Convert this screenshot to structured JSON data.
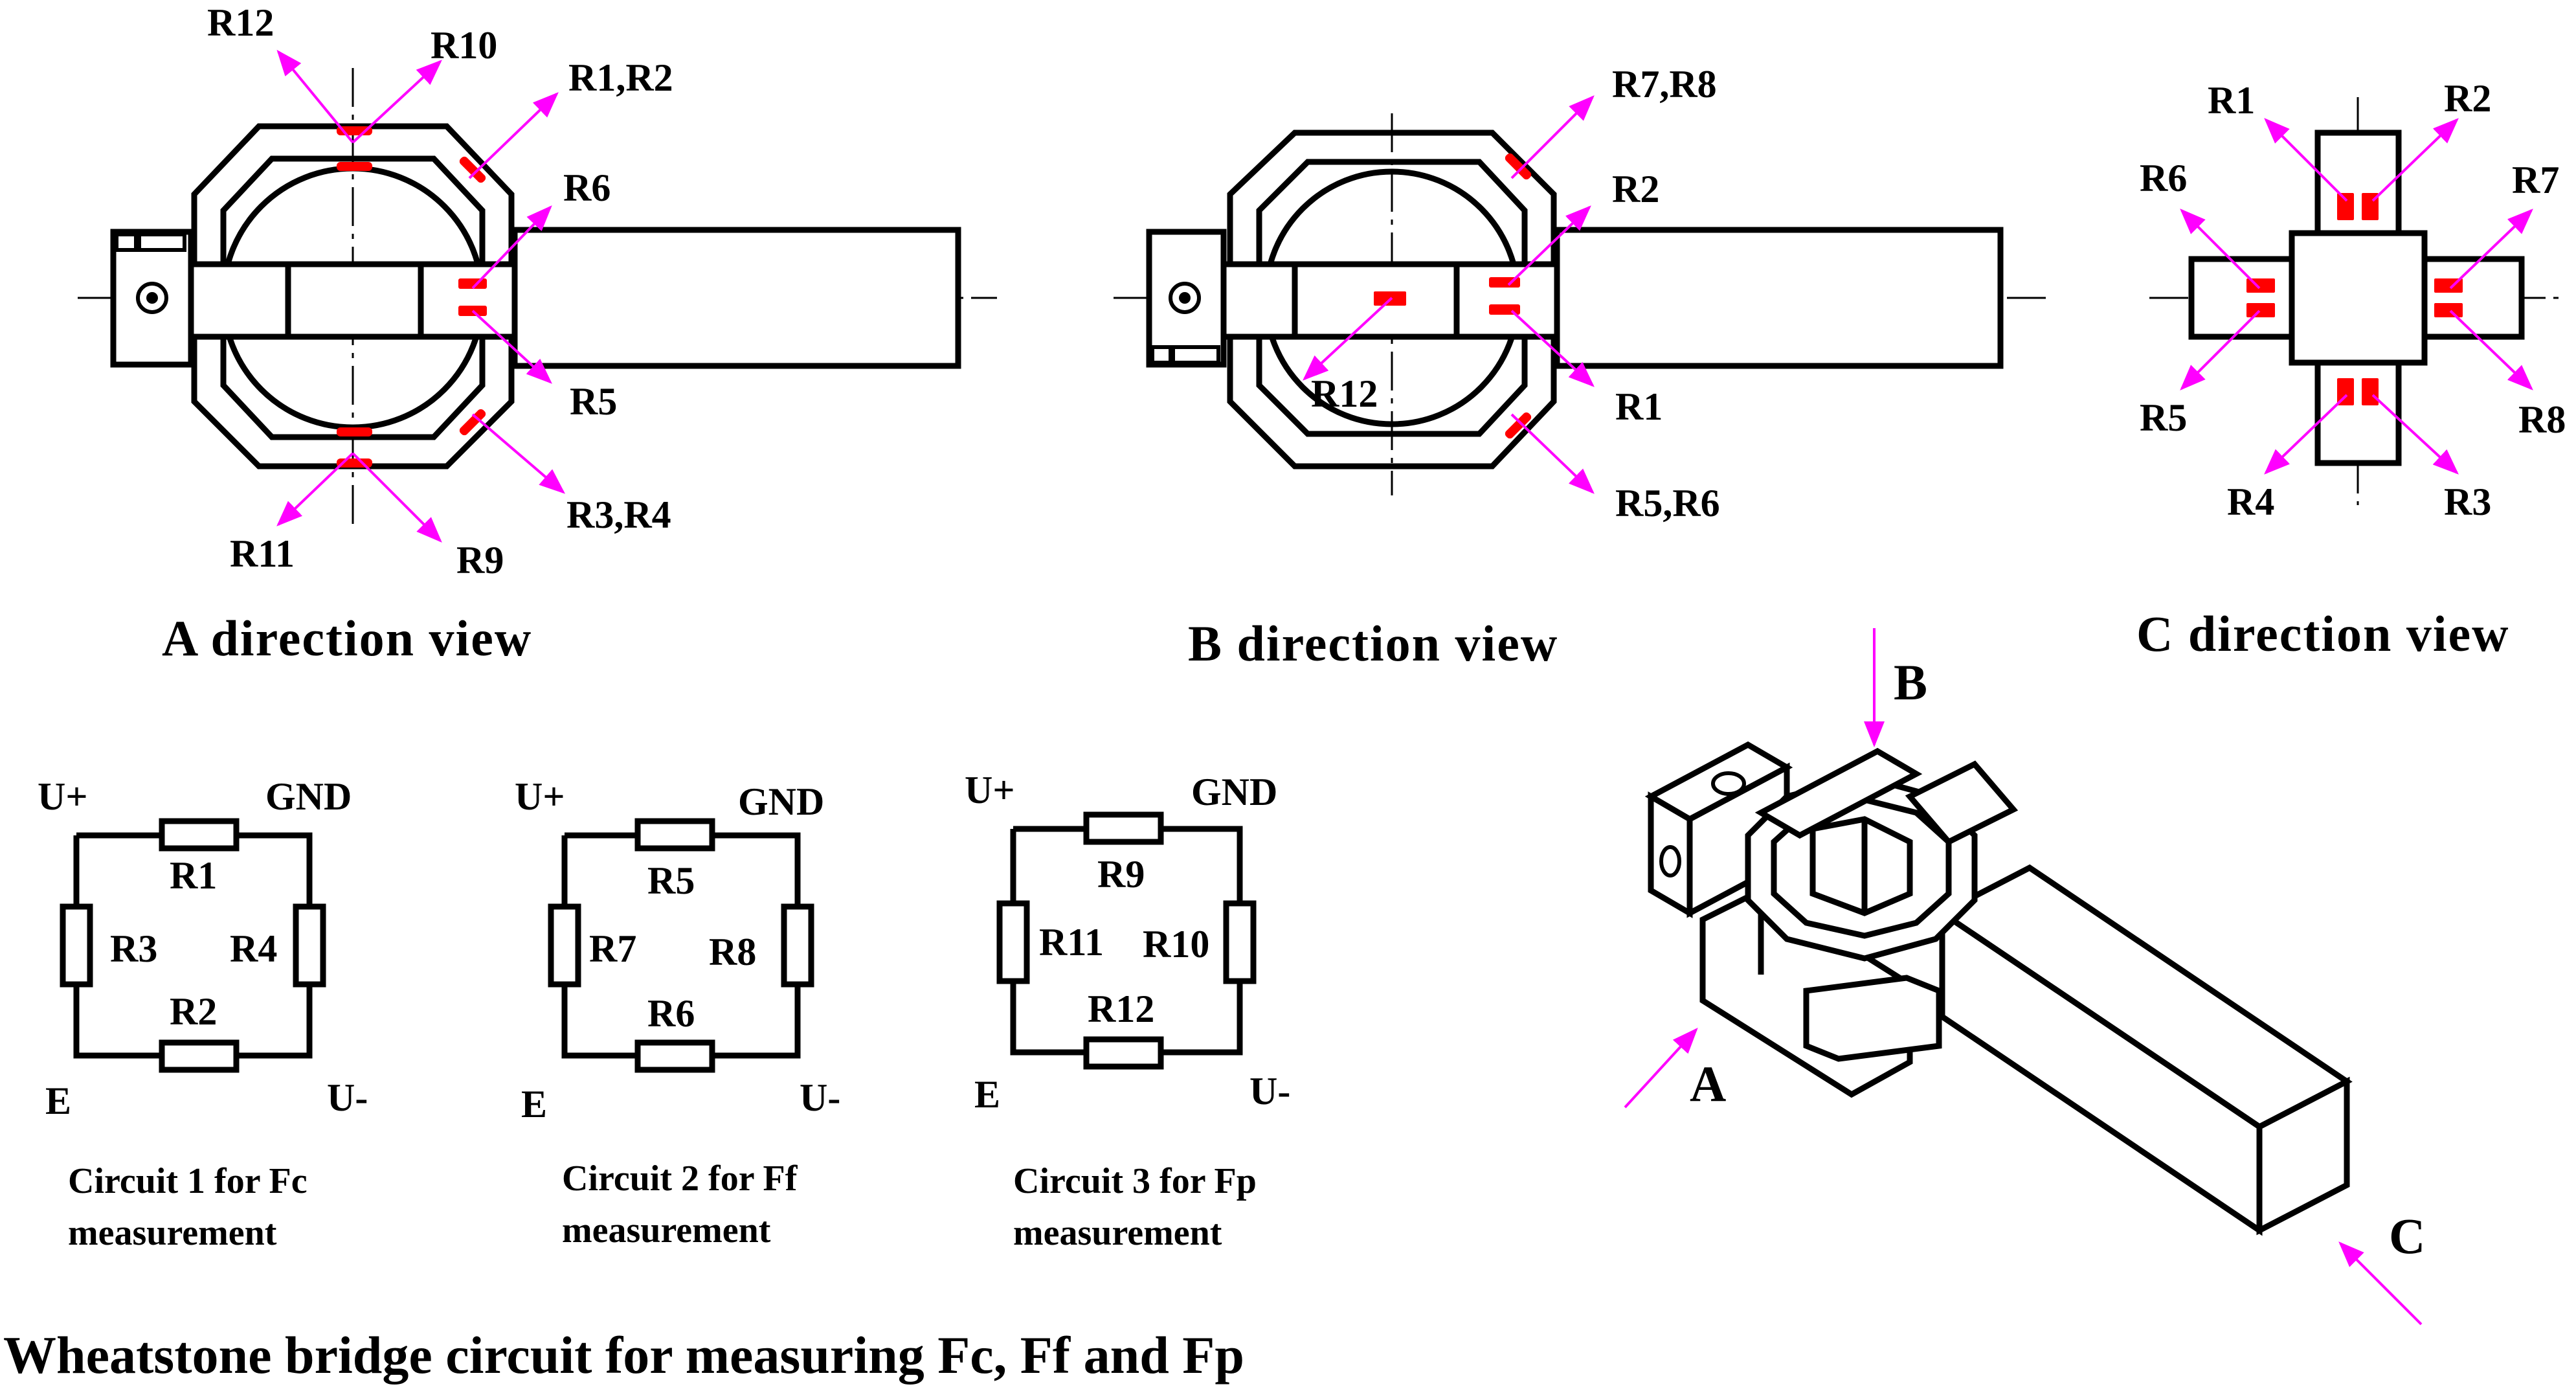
{
  "views": {
    "a": {
      "title": "A direction view",
      "labels": {
        "r12": "R12",
        "r10": "R10",
        "r1r2": "R1,R2",
        "r6": "R6",
        "r5": "R5",
        "r3r4": "R3,R4",
        "r11": "R11",
        "r9": "R9"
      }
    },
    "b": {
      "title": "B direction view",
      "labels": {
        "r7r8": "R7,R8",
        "r2": "R2",
        "r12": "R12",
        "r1": "R1",
        "r5r6": "R5,R6"
      }
    },
    "c": {
      "title": "C direction view",
      "labels": {
        "r1": "R1",
        "r2": "R2",
        "r6": "R6",
        "r7": "R7",
        "r5": "R5",
        "r8": "R8",
        "r4": "R4",
        "r3": "R3"
      }
    }
  },
  "circuits": {
    "c1": {
      "u_plus": "U+",
      "gnd": "GND",
      "e": "E",
      "u_minus": "U-",
      "top": "R1",
      "left": "R3",
      "right": "R4",
      "bottom": "R2",
      "caption_line1": "Circuit 1 for Fc",
      "caption_line2": "measurement"
    },
    "c2": {
      "u_plus": "U+",
      "gnd": "GND",
      "e": "E",
      "u_minus": "U-",
      "top": "R5",
      "left": "R7",
      "right": "R8",
      "bottom": "R6",
      "caption_line1": "Circuit 2 for Ff",
      "caption_line2": "measurement"
    },
    "c3": {
      "u_plus": "U+",
      "gnd": "GND",
      "e": "E",
      "u_minus": "U-",
      "top": "R9",
      "left": "R11",
      "right": "R10",
      "bottom": "R12",
      "caption_line1": "Circuit 3 for Fp",
      "caption_line2": "measurement"
    }
  },
  "bridge_title": "Wheatstone bridge circuit for measuring Fc, Ff and Fp",
  "iso": {
    "a": "A",
    "b": "B",
    "c": "C"
  },
  "colors": {
    "gauge": "#ff0000",
    "arrow": "#ff00ff",
    "ink": "#000000"
  }
}
